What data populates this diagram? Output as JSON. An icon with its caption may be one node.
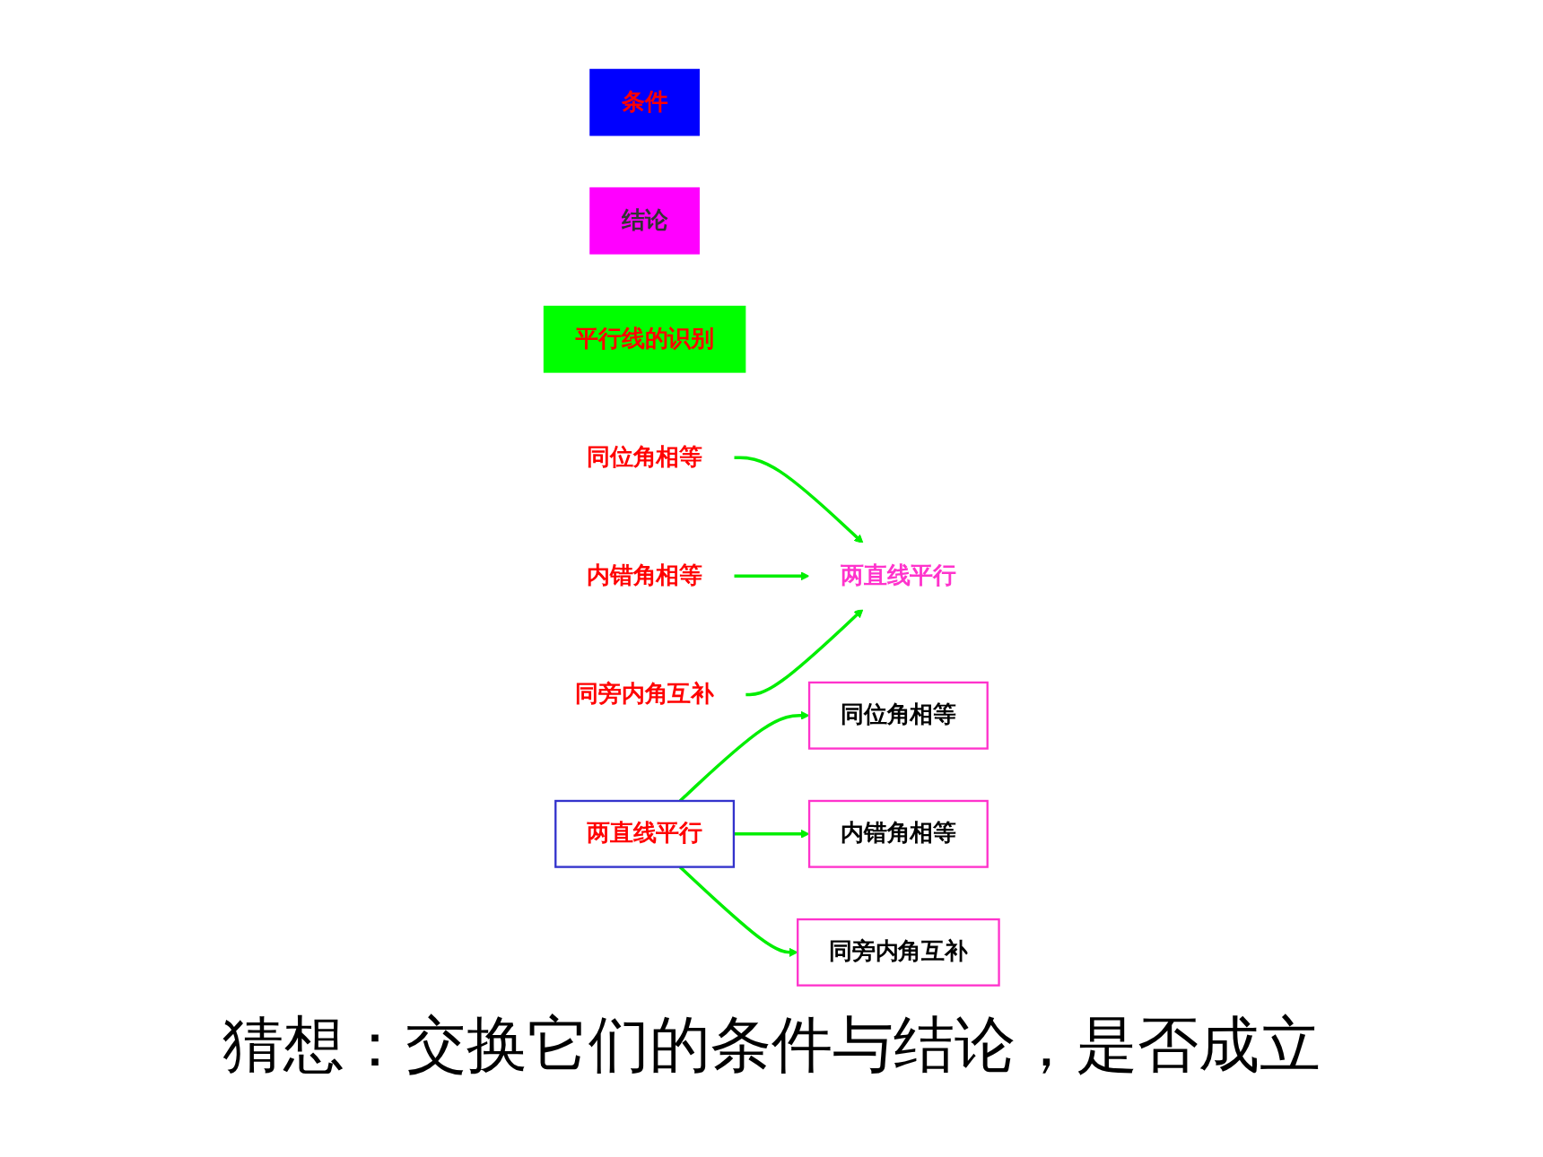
{
  "diagram": {
    "nodes": [
      {
        "text": [
          "条件"
        ]
      },
      {
        "text": [
          "结论"
        ]
      },
      {
        "text": [
          "平行线的识别"
        ]
      },
      {
        "text": [
          "同位角相等"
        ]
      },
      {
        "text": [
          "内错角相等"
        ]
      },
      {
        "text": [
          "同旁内角互补"
        ]
      },
      {
        "text": [
          "两直线平行"
        ]
      },
      {
        "text": [
          "两直线平行"
        ]
      },
      {
        "text": [
          "同位角相等"
        ]
      },
      {
        "text": [
          "内错角相等"
        ]
      },
      {
        "text": [
          "同旁内角互补"
        ]
      }
    ],
    "edges": [
      {
        "from": 3,
        "to": 6,
        "arrow": "to"
      },
      {
        "from": 4,
        "to": 6,
        "arrow": "to"
      },
      {
        "from": 5,
        "to": 6,
        "arrow": "to"
      },
      {
        "from": 7,
        "to": 8,
        "arrow": "to"
      },
      {
        "from": 7,
        "to": 9,
        "arrow": "to"
      },
      {
        "from": 7,
        "to": 10,
        "arrow": "to"
      }
    ],
    "labels": [
      "猜想：交换它们的条件与结论，是否成立"
    ]
  }
}
